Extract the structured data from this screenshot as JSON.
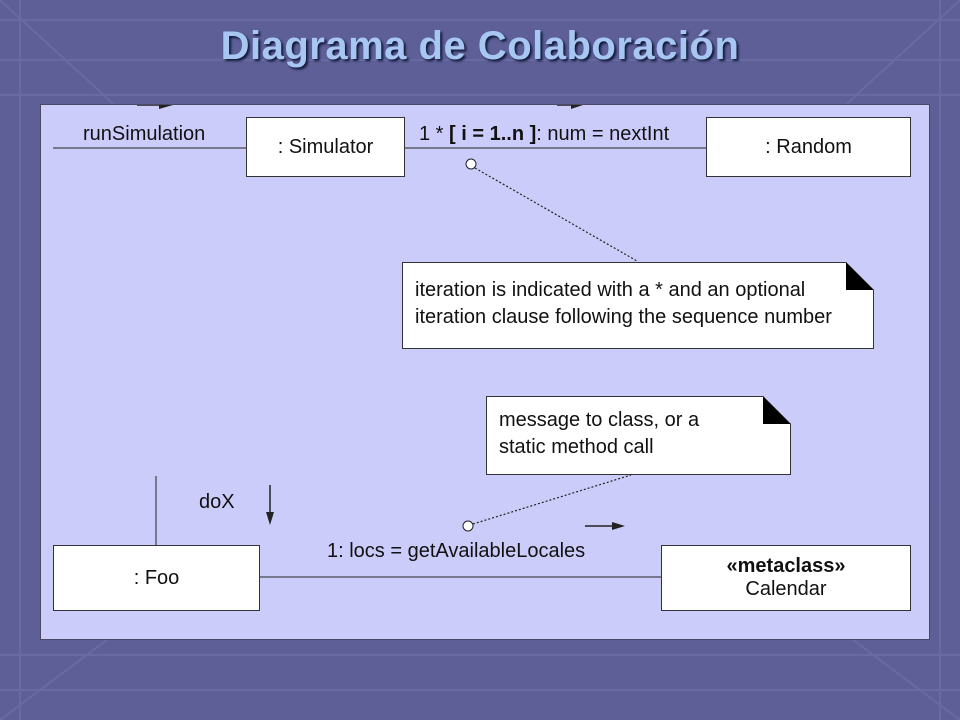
{
  "slide": {
    "title": "Diagrama de Colaboración"
  },
  "diagram": {
    "objects": {
      "simulator": ": Simulator",
      "random": ": Random",
      "foo": ": Foo",
      "calendar_stereotype": "«metaclass»",
      "calendar_name": "Calendar"
    },
    "messages": {
      "run_simulation": "runSimulation",
      "iteration_prefix": "1 *",
      "iteration_clause": "[ i = 1..n ]",
      "iteration_suffix": ": num = nextInt",
      "do_x": "doX",
      "get_locales": "1: locs = getAvailableLocales"
    },
    "notes": {
      "iteration_note": [
        "iteration is indicated with a * and an optional",
        "iteration clause following the sequence number"
      ],
      "class_message_note": [
        "message to class, or a",
        "static method call"
      ]
    }
  },
  "colors": {
    "background": "#5d5f96",
    "panel": "#ccccfa",
    "title": "#a7c7f2"
  }
}
